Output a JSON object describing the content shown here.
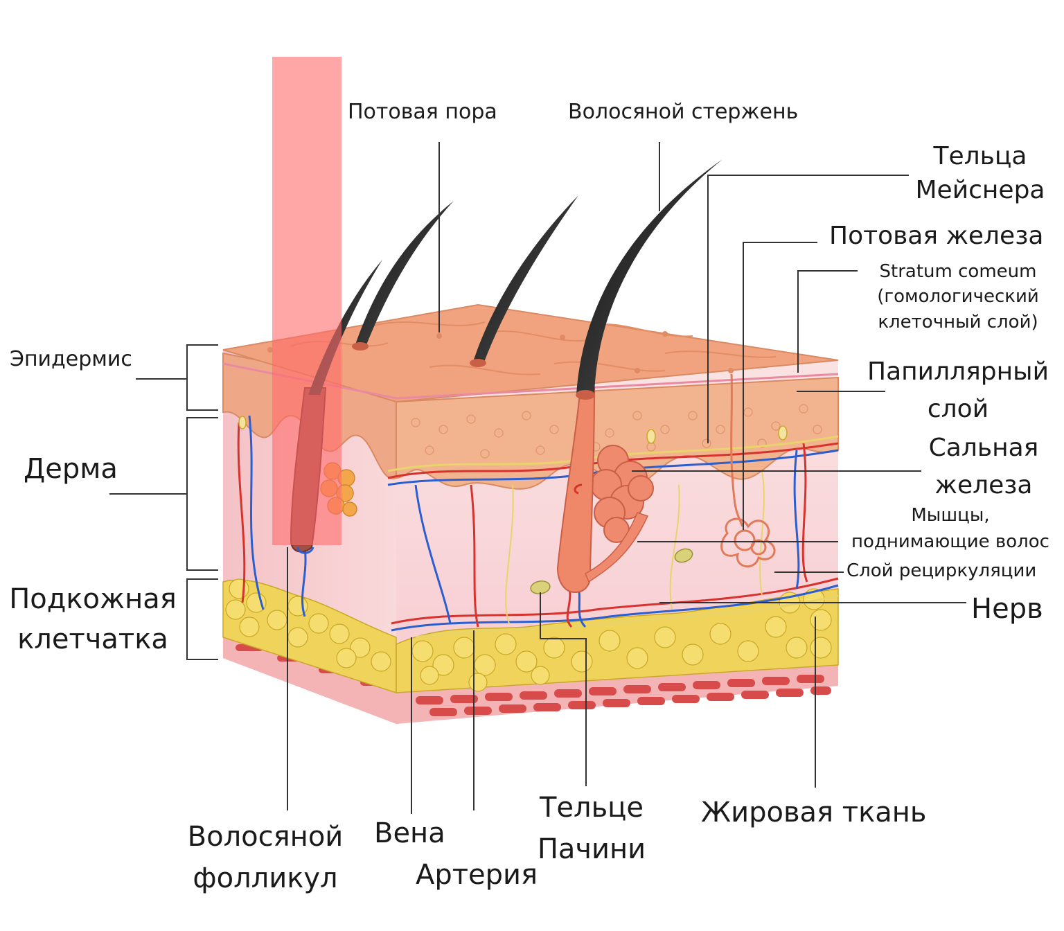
{
  "colors": {
    "background": "#ffffff",
    "epidermis": "#f0a37e",
    "dermis": "#f9d6d8",
    "fat": "#f0d35a",
    "muscle": "#d84b4b",
    "hair": "#2b2b2b",
    "artery": "#d8322e",
    "vein": "#2b5fd1",
    "nerve": "#e8d46a",
    "highlight": "#ff6b6b",
    "leader": "#333333"
  },
  "labels": {
    "sweat_pore": "Потовая пора",
    "hair_shaft": "Волосяной стержень",
    "meissner": {
      "line1": "Тельца",
      "line2": "Мейснера"
    },
    "sweat_gland": "Потовая железа",
    "stratum": {
      "line1": "Stratum comeum",
      "line2": "(гомологический",
      "line3": "клеточный слой)"
    },
    "papillary": {
      "line1": "Папиллярный",
      "line2": "слой"
    },
    "sebaceous": {
      "line1": "Сальная",
      "line2": "железа"
    },
    "muscles": {
      "line1": "Мышцы,",
      "line2": "поднимающие волос"
    },
    "recirculation": "Слой рециркуляции",
    "nerve": "Нерв",
    "epidermis": "Эпидермис",
    "dermis": "Дерма",
    "subcutis": {
      "line1": "Подкожная",
      "line2": "клетчатка"
    },
    "follicle": {
      "line1": "Волосяной",
      "line2": "фолликул"
    },
    "vein": "Вена",
    "artery": "Артерия",
    "pacini": {
      "line1": "Тельце",
      "line2": "Пачини"
    },
    "adipose": "Жировая ткань"
  }
}
